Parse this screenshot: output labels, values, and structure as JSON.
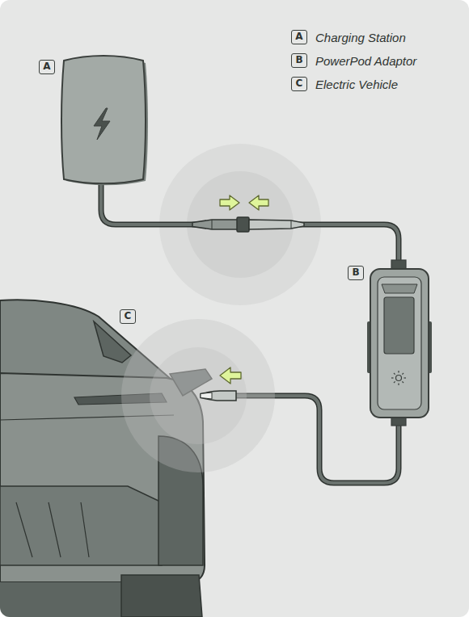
{
  "diagram": {
    "nodes": [
      {
        "text": [
          "A"
        ]
      },
      {
        "text": [
          "B"
        ]
      },
      {
        "text": [
          "C"
        ]
      }
    ],
    "edges": [
      {
        "from": 0,
        "to": 1,
        "arrow": "none"
      },
      {
        "from": 1,
        "to": 2,
        "arrow": "none"
      }
    ],
    "labels": [
      "A",
      "B",
      "C"
    ],
    "legend": [
      {
        "text": "Charging Station"
      },
      {
        "text": "PowerPod Adaptor"
      },
      {
        "text": "Electric Vehicle"
      }
    ]
  }
}
